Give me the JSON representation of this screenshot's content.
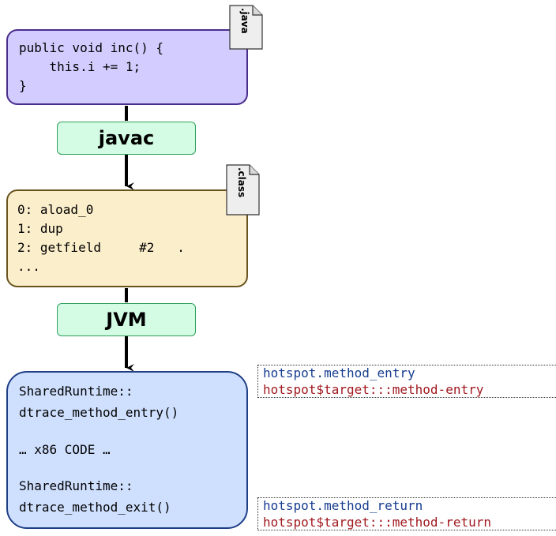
{
  "source": {
    "file_ext": ".java",
    "lines": [
      "public void inc() {",
      "    this.i += 1;",
      "}"
    ]
  },
  "compiler": {
    "label": "javac"
  },
  "bytecode": {
    "file_ext": ".class",
    "lines": [
      "0: aload_0",
      "1: dup",
      "2: getfield     #2   .",
      "..."
    ]
  },
  "vm": {
    "label": "JVM"
  },
  "runtime": {
    "lines": [
      "SharedRuntime::",
      "dtrace_method_entry()",
      "",
      "… x86 CODE …",
      "",
      "SharedRuntime::",
      "dtrace_method_exit()"
    ]
  },
  "probes": {
    "entry": {
      "name": "hotspot.method_entry",
      "target": "hotspot$target:::method-entry"
    },
    "return": {
      "name": "hotspot.method_return",
      "target": "hotspot$target:::method-return"
    }
  },
  "colors": {
    "source_fill": "#d2ccff",
    "bytecode_fill": "#fbeecb",
    "runtime_fill": "#cfe0ff",
    "tool_fill": "#d4fbe4",
    "probe_name": "#163c8f",
    "probe_target": "#a1191f"
  }
}
